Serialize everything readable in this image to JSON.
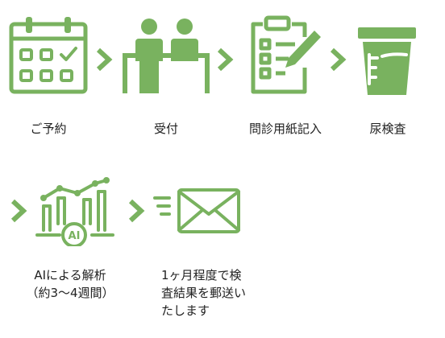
{
  "colors": {
    "accent": "#79B25F",
    "text": "#222222"
  },
  "flow_row1": [
    {
      "icon": "calendar-icon",
      "label": "ご予約"
    },
    {
      "icon": "reception-people-icon",
      "label": "受付"
    },
    {
      "icon": "clipboard-pencil-icon",
      "label": "問診用紙記入"
    },
    {
      "icon": "urine-cup-icon",
      "label": "尿検査"
    }
  ],
  "flow_row2": [
    {
      "icon": "ai-analysis-chart-icon",
      "label_lines": [
        "AIによる解析",
        "（約3〜4週間）"
      ]
    },
    {
      "icon": "mail-envelope-icon",
      "label_lines": [
        "1ヶ月程度で検",
        "査結果を郵送い",
        "たします"
      ]
    }
  ]
}
